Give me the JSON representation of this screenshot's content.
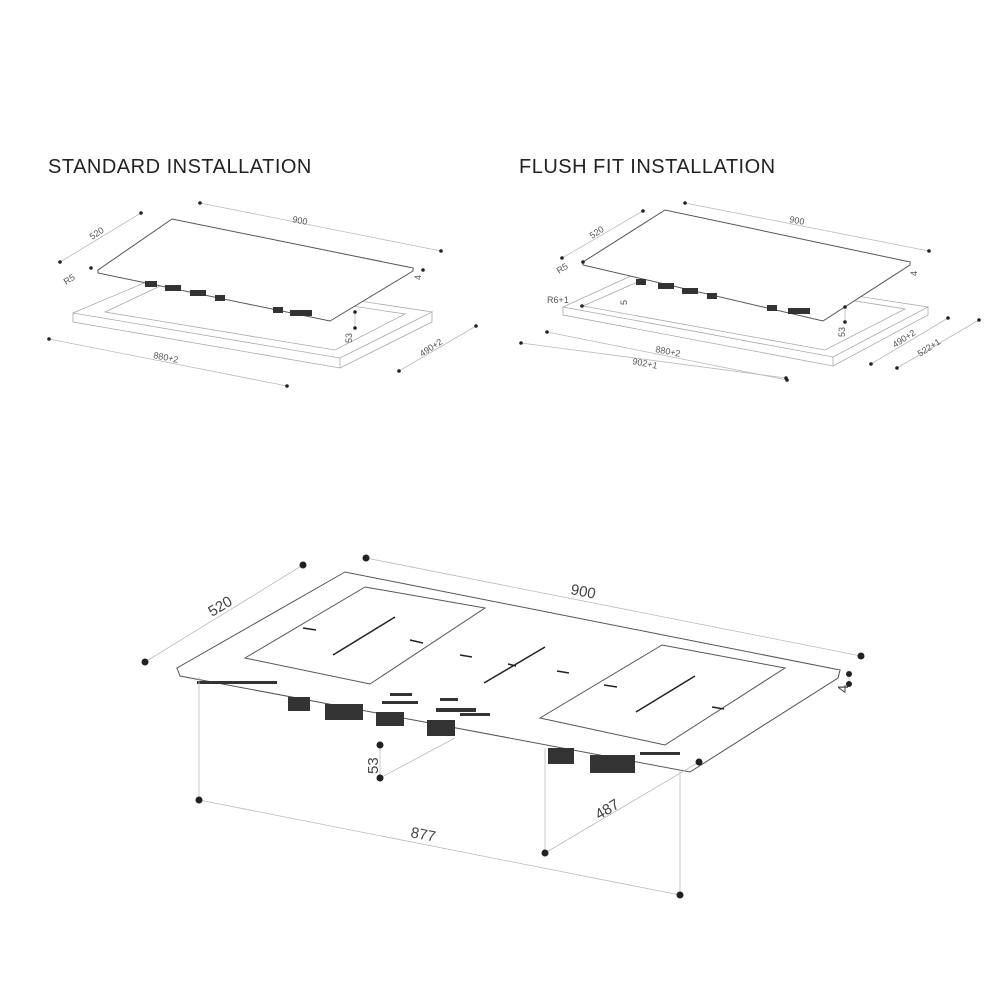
{
  "titles": {
    "standard": "STANDARD INSTALLATION",
    "flush": "FLUSH FIT INSTALLATION"
  },
  "standard": {
    "width": "900",
    "depth": "520",
    "radius": "R5",
    "thickness": "4",
    "height": "53",
    "cutout_width": "880+2",
    "cutout_depth": "490+2"
  },
  "flush": {
    "width": "900",
    "depth": "520",
    "radius": "R5",
    "rebate_radius": "R6+1",
    "rebate_depth": "5",
    "thickness": "4",
    "height": "53",
    "cutout_width": "880+2",
    "rebate_width": "902+1",
    "cutout_depth": "490+2",
    "rebate_depth_outer": "522+1"
  },
  "main": {
    "width": "900",
    "depth": "520",
    "thickness": "4",
    "height": "53",
    "body_width": "877",
    "body_depth": "487"
  }
}
